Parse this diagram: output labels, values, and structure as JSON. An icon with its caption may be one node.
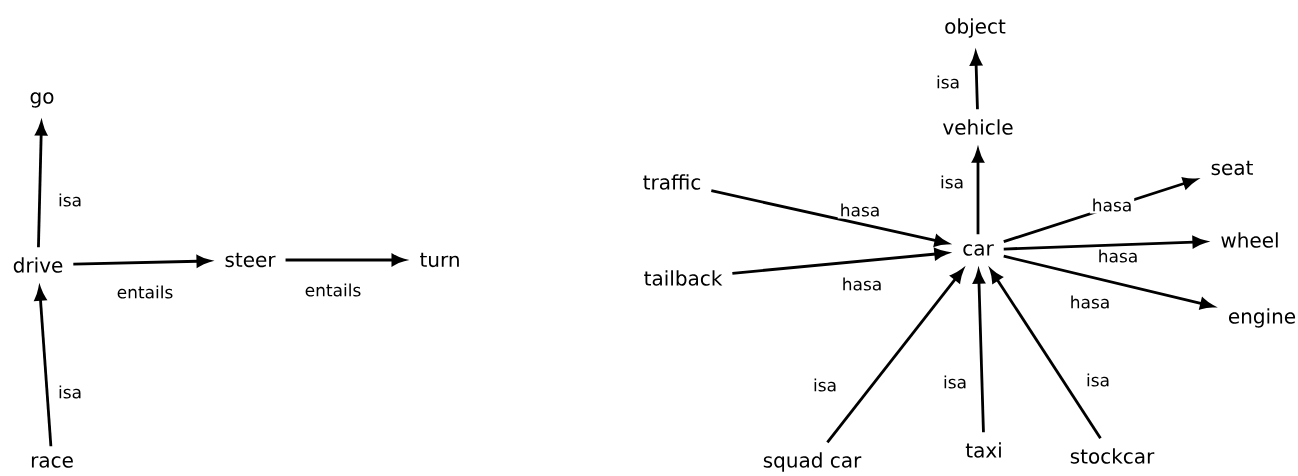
{
  "diagram": {
    "nodes": [
      {
        "text": [
          "go"
        ]
      },
      {
        "text": [
          "drive"
        ]
      },
      {
        "text": [
          "race"
        ]
      },
      {
        "text": [
          "steer"
        ]
      },
      {
        "text": [
          "turn"
        ]
      },
      {
        "text": [
          "object"
        ]
      },
      {
        "text": [
          "vehicle"
        ]
      },
      {
        "text": [
          "traffic"
        ]
      },
      {
        "text": [
          "car"
        ]
      },
      {
        "text": [
          "seat"
        ]
      },
      {
        "text": [
          "wheel"
        ]
      },
      {
        "text": [
          "tailback"
        ]
      },
      {
        "text": [
          "engine"
        ]
      },
      {
        "text": [
          "squad car"
        ]
      },
      {
        "text": [
          "taxi"
        ]
      },
      {
        "text": [
          "stockcar"
        ]
      }
    ],
    "edges": [
      {
        "from": 1,
        "to": 0,
        "arrow": "to",
        "label": "isa"
      },
      {
        "from": 2,
        "to": 1,
        "arrow": "to",
        "label": "isa"
      },
      {
        "from": 1,
        "to": 3,
        "arrow": "to",
        "label": "entails"
      },
      {
        "from": 3,
        "to": 4,
        "arrow": "to",
        "label": "entails"
      },
      {
        "from": 6,
        "to": 5,
        "arrow": "to",
        "label": "isa"
      },
      {
        "from": 8,
        "to": 6,
        "arrow": "to",
        "label": "isa"
      },
      {
        "from": 7,
        "to": 8,
        "arrow": "to",
        "label": "hasa"
      },
      {
        "from": 11,
        "to": 8,
        "arrow": "to",
        "label": "hasa"
      },
      {
        "from": 8,
        "to": 9,
        "arrow": "to",
        "label": "hasa"
      },
      {
        "from": 8,
        "to": 10,
        "arrow": "to",
        "label": "hasa"
      },
      {
        "from": 8,
        "to": 12,
        "arrow": "to",
        "label": "hasa"
      },
      {
        "from": 13,
        "to": 8,
        "arrow": "to",
        "label": "isa"
      },
      {
        "from": 14,
        "to": 8,
        "arrow": "to",
        "label": "isa"
      },
      {
        "from": 15,
        "to": 8,
        "arrow": "to",
        "label": "isa"
      }
    ]
  }
}
